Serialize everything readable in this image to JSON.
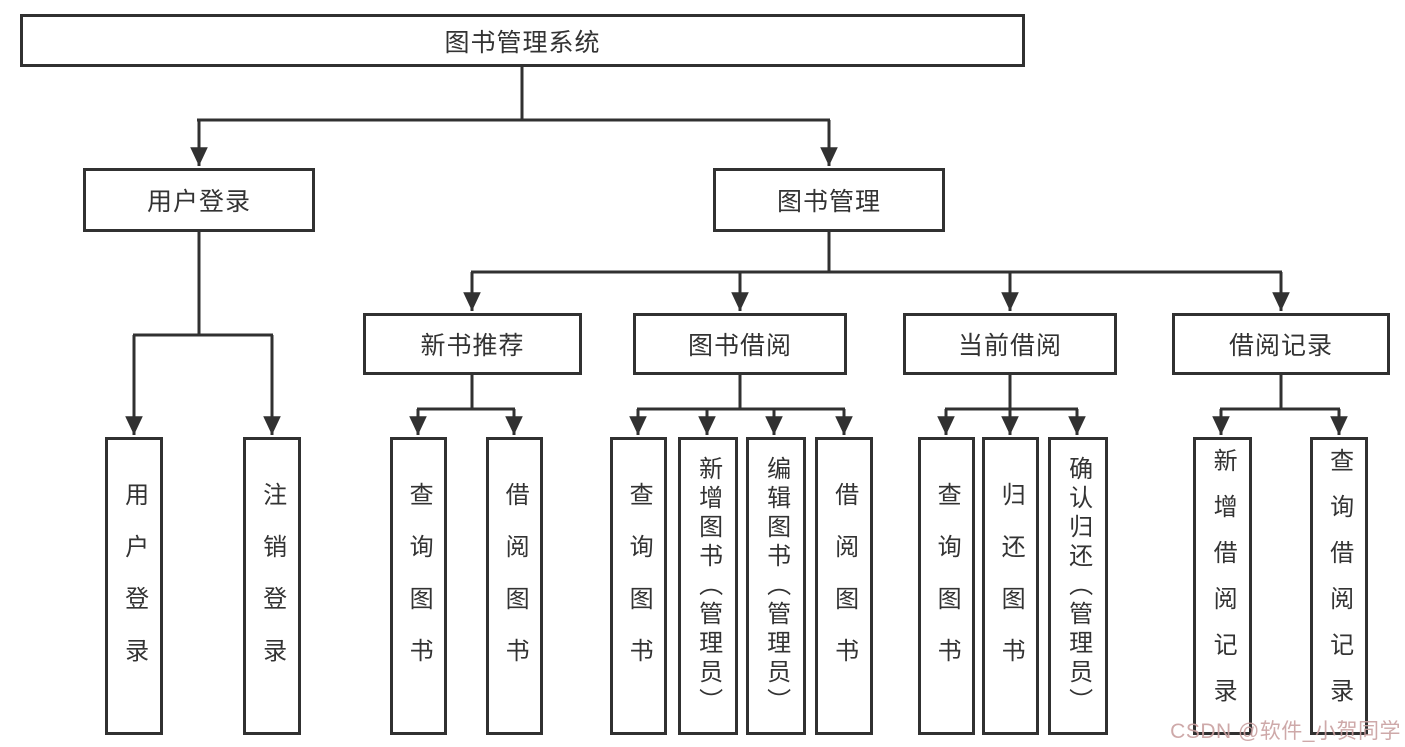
{
  "colors": {
    "line": "#313131",
    "text": "#333333",
    "background": "#ffffff",
    "watermark": "#c9a0a0"
  },
  "tree": {
    "root": "图书管理系统",
    "branches": [
      {
        "label": "用户登录",
        "leaves": [
          "用户登录",
          "注销登录"
        ]
      },
      {
        "label": "图书管理",
        "groups": [
          {
            "label": "新书推荐",
            "leaves": [
              "查询图书",
              "借阅图书"
            ]
          },
          {
            "label": "图书借阅",
            "leaves": [
              "查询图书",
              "新增图书（管理员）",
              "编辑图书（管理员）",
              "借阅图书"
            ]
          },
          {
            "label": "当前借阅",
            "leaves": [
              "查询图书",
              "归还图书",
              "确认归还（管理员）"
            ]
          },
          {
            "label": "借阅记录",
            "leaves": [
              "新增借阅记录",
              "查询借阅记录"
            ]
          }
        ]
      }
    ]
  },
  "watermark": "CSDN @软件_小贺同学"
}
